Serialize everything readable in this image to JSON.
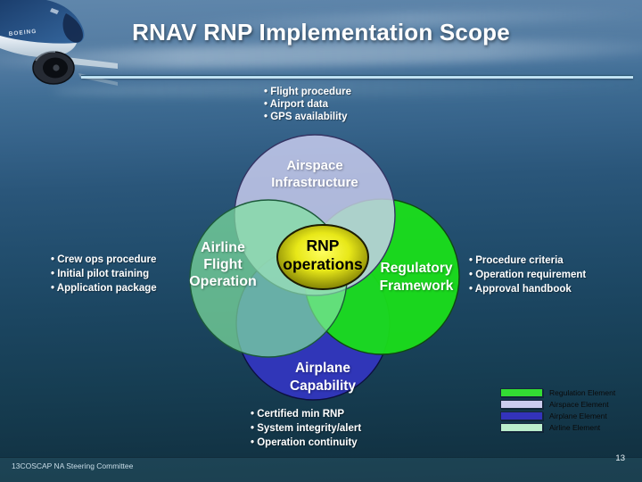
{
  "slide": {
    "title": "RNAV RNP Implementation Scope",
    "footer_left": "13COSCAP NA Steering Committee",
    "page_number": "13"
  },
  "venn": {
    "circles": {
      "airspace": {
        "label": "Airspace\nInfrastructure",
        "fill": "rgba(205,208,242,0.82)"
      },
      "airline": {
        "label": "Airline\nFlight\nOperation",
        "fill": "rgba(128,226,160,0.70)"
      },
      "regulatory": {
        "label": "Regulatory\nFramework",
        "fill": "rgba(26,222,26,0.95)"
      },
      "airplane": {
        "label": "Airplane\nCapability",
        "fill": "rgba(49,54,190,0.95)"
      }
    },
    "center": {
      "label": "RNP\noperations",
      "inner_color": "#ffff5e",
      "mid_color": "#e8e818",
      "outer_color": "#6a6a00"
    }
  },
  "bullets": {
    "airspace": [
      "Flight procedure",
      "Airport data",
      "GPS availability"
    ],
    "airline": [
      "Crew ops procedure",
      "Initial pilot training",
      "Application package"
    ],
    "regulatory": [
      "Procedure criteria",
      "Operation requirement",
      "Approval handbook"
    ],
    "airplane": [
      "Certified min RNP",
      "System integrity/alert",
      "Operation continuity"
    ]
  },
  "legend": {
    "items": [
      {
        "label": "Regulation Element",
        "color": "#33dd33"
      },
      {
        "label": "Airspace Element",
        "color": "#ccccee"
      },
      {
        "label": "Airplane Element",
        "color": "#3333bb"
      },
      {
        "label": "Airline Element",
        "color": "#bbeecc"
      }
    ]
  }
}
